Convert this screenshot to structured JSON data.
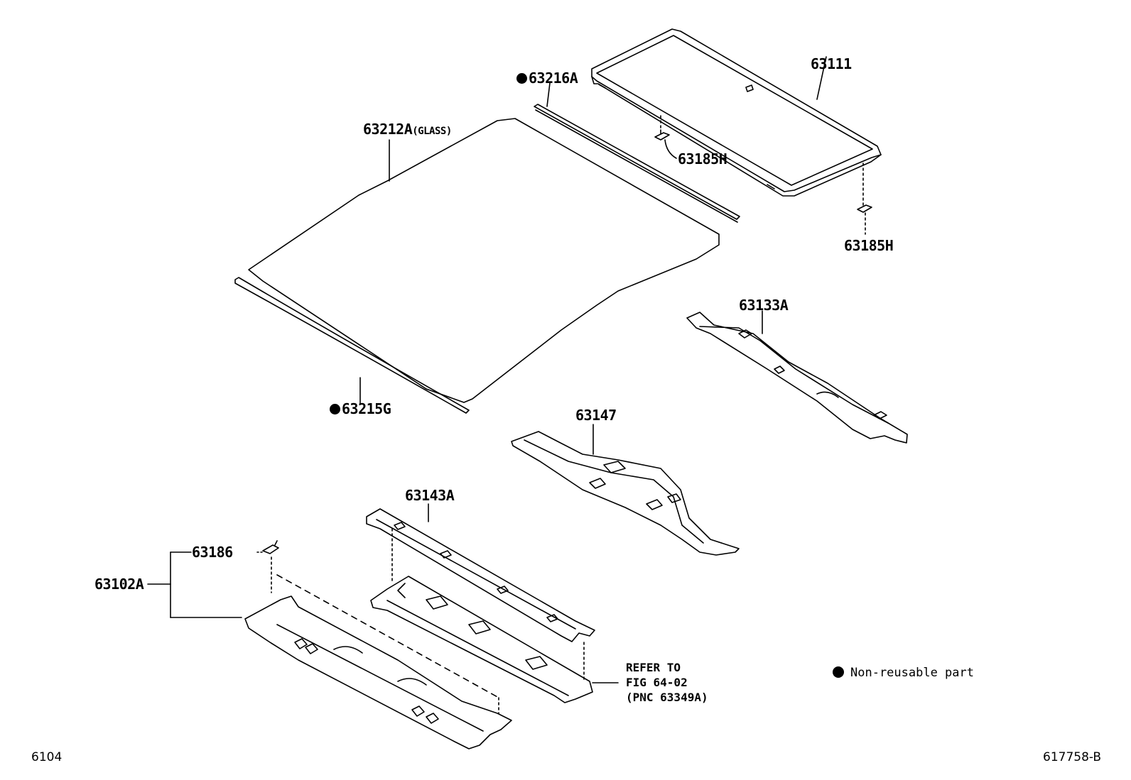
{
  "labels": {
    "p63111": "63111",
    "p63216a": "63216A",
    "p63212a": "63212A",
    "p63212a_note": "(GLASS)",
    "p63185h_top": "63185H",
    "p63185h_bottom": "63185H",
    "p63133a": "63133A",
    "p63215g": "63215G",
    "p63147": "63147",
    "p63143a": "63143A",
    "p63186": "63186",
    "p63102a": "63102A"
  },
  "refer": {
    "line1": "REFER TO",
    "line2": "FIG 64-02",
    "line3": "(PNC 63349A)"
  },
  "legend": {
    "text": "Non-reusable part",
    "dot_color": "#000000"
  },
  "footer": {
    "left": "6104",
    "right": "617758-B"
  },
  "colors": {
    "line": "#000000",
    "background": "#ffffff"
  }
}
